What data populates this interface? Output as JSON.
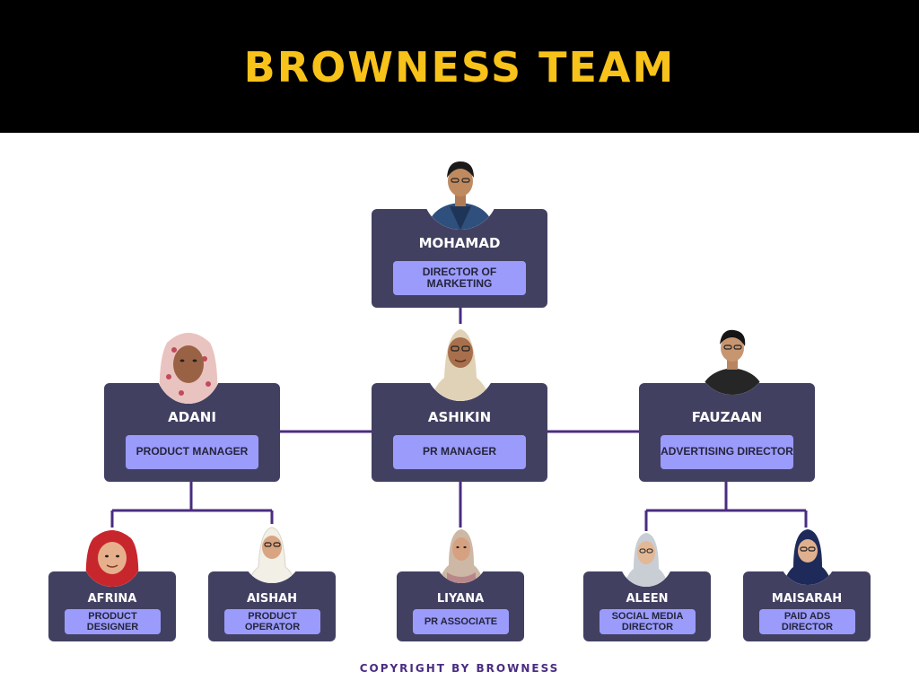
{
  "title": "BROWNESS TEAM",
  "colors": {
    "header_bg": "#000000",
    "title": "#f7c21a",
    "card": "#424061",
    "role_pill": "#9b9bfb",
    "connector": "#4a2c82"
  },
  "director": {
    "name": "MOHAMAD",
    "role": "DIRECTOR OF MARKETING"
  },
  "managers": [
    {
      "name": "ADANI",
      "role": "PRODUCT MANAGER"
    },
    {
      "name": "ASHIKIN",
      "role": "PR MANAGER"
    },
    {
      "name": "FAUZAAN",
      "role": "ADVERTISING DIRECTOR"
    }
  ],
  "staff": [
    {
      "name": "AFRINA",
      "role": "PRODUCT DESIGNER"
    },
    {
      "name": "AISHAH",
      "role": "PRODUCT OPERATOR"
    },
    {
      "name": "LIYANA",
      "role": "PR ASSOCIATE"
    },
    {
      "name": "ALEEN",
      "role": "SOCIAL MEDIA DIRECTOR"
    },
    {
      "name": "MAISARAH",
      "role": "PAID ADS DIRECTOR"
    }
  ],
  "footer": "COPYRIGHT BY BROWNESS"
}
